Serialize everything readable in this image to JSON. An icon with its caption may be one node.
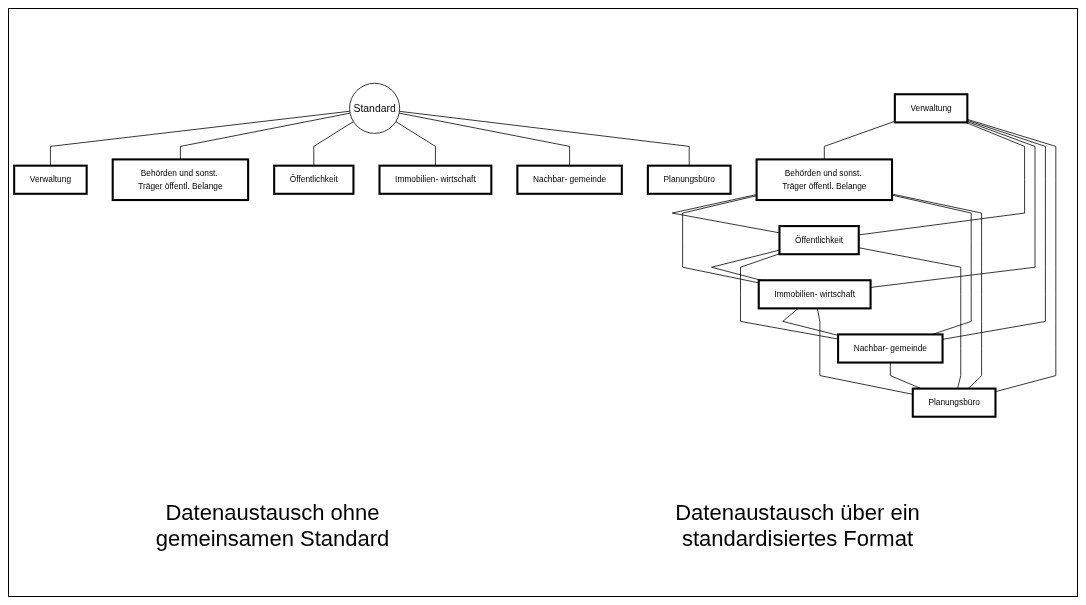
{
  "diagram": {
    "nodes": [
      {
        "text": [
          "Verwaltung"
        ]
      },
      {
        "text": [
          "Behörden und sonst. Träger öffentl. Belange"
        ]
      },
      {
        "text": [
          "Öffentlichkeit"
        ]
      },
      {
        "text": [
          "Immobilien- wirtschaft"
        ]
      },
      {
        "text": [
          "Nachbar- gemeinde"
        ]
      },
      {
        "text": [
          "Planungsbüro"
        ]
      },
      {
        "text": [
          "Verwaltung"
        ]
      },
      {
        "text": [
          "Behörden und sonst. Träger öffentl. Belange"
        ]
      },
      {
        "text": [
          "Öffentlichkeit"
        ]
      },
      {
        "text": [
          "Standard"
        ]
      },
      {
        "text": [
          "Immobilien- wirtschaft"
        ]
      },
      {
        "text": [
          "Nachbar- gemeinde"
        ]
      },
      {
        "text": [
          "Planungsbüro"
        ]
      }
    ],
    "edges": [
      {
        "from": 0,
        "to": 1,
        "arrow": "none"
      },
      {
        "from": 0,
        "to": 2,
        "arrow": "none"
      },
      {
        "from": 0,
        "to": 3,
        "arrow": "none"
      },
      {
        "from": 0,
        "to": 4,
        "arrow": "none"
      },
      {
        "from": 0,
        "to": 5,
        "arrow": "none"
      },
      {
        "from": 1,
        "to": 2,
        "arrow": "none"
      },
      {
        "from": 1,
        "to": 3,
        "arrow": "none"
      },
      {
        "from": 1,
        "to": 4,
        "arrow": "none"
      },
      {
        "from": 1,
        "to": 5,
        "arrow": "none"
      },
      {
        "from": 2,
        "to": 3,
        "arrow": "none"
      },
      {
        "from": 2,
        "to": 4,
        "arrow": "none"
      },
      {
        "from": 2,
        "to": 5,
        "arrow": "none"
      },
      {
        "from": 3,
        "to": 4,
        "arrow": "none"
      },
      {
        "from": 3,
        "to": 5,
        "arrow": "none"
      },
      {
        "from": 4,
        "to": 5,
        "arrow": "none"
      },
      {
        "from": 9,
        "to": 6,
        "arrow": "none"
      },
      {
        "from": 9,
        "to": 7,
        "arrow": "none"
      },
      {
        "from": 9,
        "to": 8,
        "arrow": "none"
      },
      {
        "from": 9,
        "to": 10,
        "arrow": "none"
      },
      {
        "from": 9,
        "to": 11,
        "arrow": "none"
      },
      {
        "from": 9,
        "to": 12,
        "arrow": "none"
      }
    ],
    "labels": [
      "Datenaustausch ohne gemeinsamen Standard",
      "Datenaustausch über ein standardisiertes Format"
    ]
  }
}
